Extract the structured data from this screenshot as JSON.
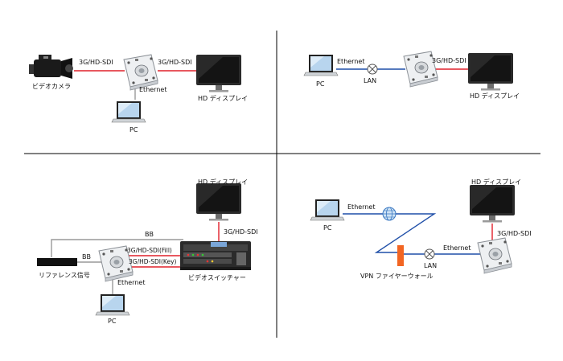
{
  "colors": {
    "sdi_line": "#e0202a",
    "ethernet_line": "#999999",
    "lan_line": "#1f4fa8",
    "firewall": "#f26522",
    "divider": "#000000"
  },
  "icons": [
    "video-camera-icon",
    "converter-box-icon",
    "hd-display-icon",
    "laptop-icon",
    "lan-hub-icon",
    "globe-internet-icon",
    "firewall-icon",
    "video-switcher-icon",
    "reference-generator-icon"
  ],
  "quadrant_1": {
    "camera_label": "ビデオカメラ",
    "sdi_in_label": "3G/HD-SDI",
    "sdi_out_label": "3G/HD-SDI",
    "ethernet_label": "Ethernet",
    "pc_label": "PC",
    "display_label": "HD ディスプレイ"
  },
  "quadrant_2": {
    "ethernet_label": "Ethernet",
    "lan_label": "LAN",
    "sdi_label": "3G/HD-SDI",
    "pc_label": "PC",
    "display_label": "HD ディスプレイ"
  },
  "quadrant_3": {
    "display_label": "HD ディスプレイ",
    "sdi_up_label": "3G/HD-SDI",
    "bb_top_label": "BB",
    "bb_left_label": "BB",
    "fill_label": "3G/HD-SDI(Fill)",
    "key_label": "3G/HD-SDI(Key)",
    "reference_label": "リファレンス信号",
    "ethernet_label": "Ethernet",
    "switcher_label": "ビデオスイッチャー",
    "pc_label": "PC"
  },
  "quadrant_4": {
    "display_label": "HD ディスプレイ",
    "ethernet_top_label": "Ethernet",
    "pc_label": "PC",
    "sdi_label": "3G/HD-SDI",
    "ethernet_right_label": "Ethernet",
    "lan_label": "LAN",
    "firewall_label": "VPN ファイヤーウォール"
  }
}
